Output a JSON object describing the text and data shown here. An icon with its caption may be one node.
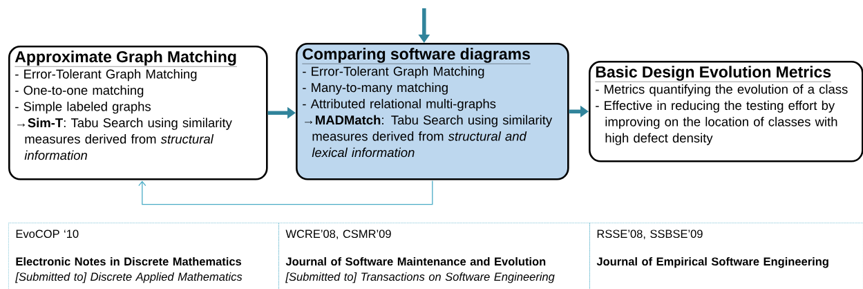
{
  "diagram": {
    "nodes": [
      {
        "text": [
          "Approximate Graph Matching",
          "- Error-Tolerant Graph Matching",
          "- One-to-one matching",
          "- Simple labeled graphs",
          "→**Sim-T**: Tabu Search using similarity measures derived from *structural information*"
        ]
      },
      {
        "text": [
          "Comparing software diagrams",
          "- Error-Tolerant Graph Matching",
          "- Many-to-many matching",
          "- Attributed relational multi-graphs",
          "→**MADMatch**: Tabu Search using similarity measures derived from *structural and lexical information*"
        ]
      },
      {
        "text": [
          "Basic Design Evolution Metrics",
          "- Metrics quantifying the evolution of a class",
          "- Effective in reducing the testing effort by improving on the location of classes with high defect density"
        ]
      },
      {
        "text": [
          "EvoCOP ‘10",
          "Electronic Notes in Discrete Mathematics",
          "[Submitted to] Discrete Applied Mathematics"
        ]
      },
      {
        "text": [
          "WCRE’08, CSMR’09",
          "Journal of Software Maintenance and Evolution",
          "[Submitted to] Transactions on Software Engineering"
        ]
      },
      {
        "text": [
          "RSSE’08, SSBSE’09",
          "Journal of Empirical Software Engineering"
        ]
      }
    ],
    "edges": [
      {
        "from": null,
        "to": 1,
        "arrow": "to"
      },
      {
        "from": 0,
        "to": 1,
        "arrow": "to"
      },
      {
        "from": 1,
        "to": 2,
        "arrow": "to"
      },
      {
        "from": 1,
        "to": 0,
        "arrow": "to",
        "color": "#4bacc6"
      }
    ]
  }
}
